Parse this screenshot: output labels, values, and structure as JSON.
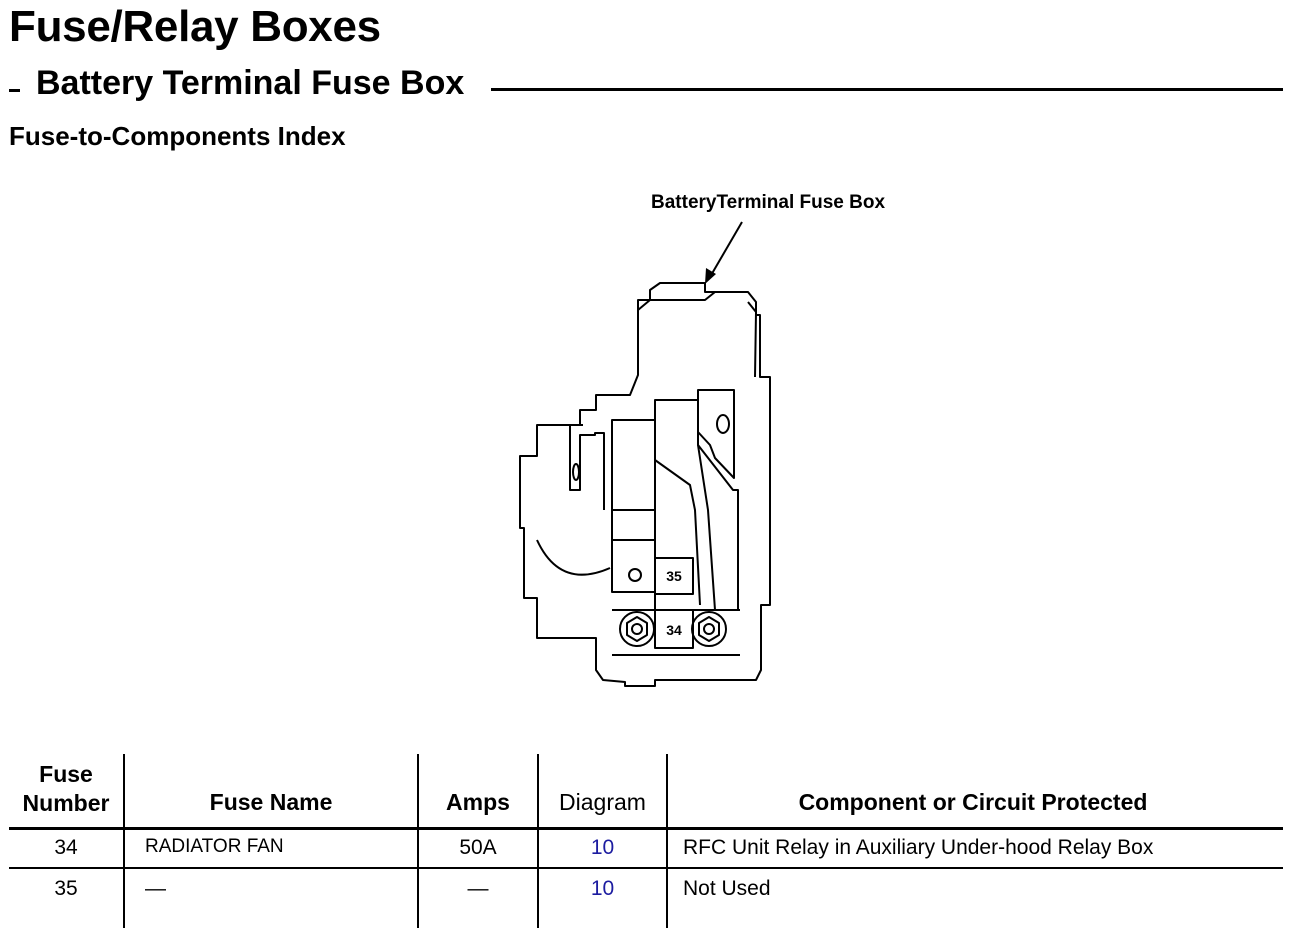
{
  "page": {
    "title": "Fuse/Relay Boxes",
    "section": "Battery Terminal Fuse Box",
    "subtitle": "Fuse-to-Components Index"
  },
  "diagram": {
    "label": "BatteryTerminal Fuse Box",
    "fuse_labels": [
      "35",
      "34"
    ]
  },
  "table": {
    "headers": {
      "fuse_number_line1": "Fuse",
      "fuse_number_line2": "Number",
      "fuse_name": "Fuse Name",
      "amps": "Amps",
      "diagram": "Diagram",
      "component": "Component or Circuit Protected"
    },
    "rows": [
      {
        "number": "34",
        "name": "RADIATOR FAN",
        "amps": "50A",
        "diagram": "10",
        "component": "RFC Unit Relay in Auxiliary Under-hood Relay Box"
      },
      {
        "number": "35",
        "name": "—",
        "amps": "—",
        "diagram": "10",
        "component": "Not Used"
      }
    ],
    "link_color": "#1c1ca0"
  }
}
